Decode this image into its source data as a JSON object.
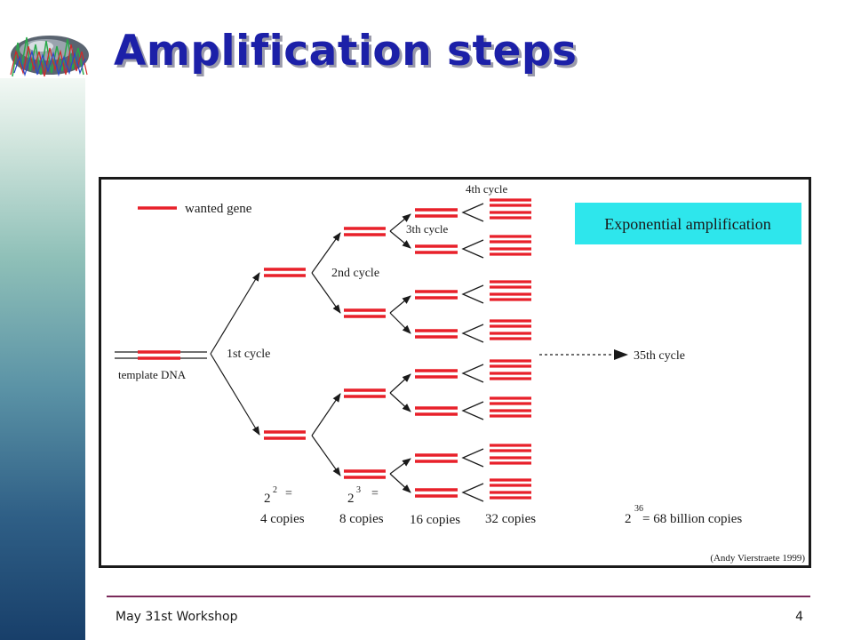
{
  "slide": {
    "title": "Amplification steps",
    "footer_left": "May 31st Workshop",
    "footer_right": "4"
  },
  "diagram": {
    "legend_label": "wanted gene",
    "highlight_label": "Exponential amplification",
    "template_label": "template DNA",
    "cycle_labels": {
      "first": "1st cycle",
      "second": "2nd cycle",
      "third": "3th cycle",
      "fourth": "4th cycle",
      "final": "35th cycle"
    },
    "copy_counts": {
      "gen1_base": "2",
      "gen1_exp": "2",
      "gen1_eq": "=",
      "gen1_copies": "4 copies",
      "gen2_base": "2",
      "gen2_exp": "3",
      "gen2_eq": "=",
      "gen2_copies": "8 copies",
      "gen3_copies": "16 copies",
      "gen4_copies": "32 copies",
      "final_base": "2",
      "final_exp": "36",
      "final_copies": "= 68 billion copies"
    },
    "credit": "(Andy Vierstraete 1999)",
    "colors": {
      "gene": "#e8202a",
      "highlight_bg": "#2ee6ec",
      "title": "#1c20a8"
    }
  }
}
